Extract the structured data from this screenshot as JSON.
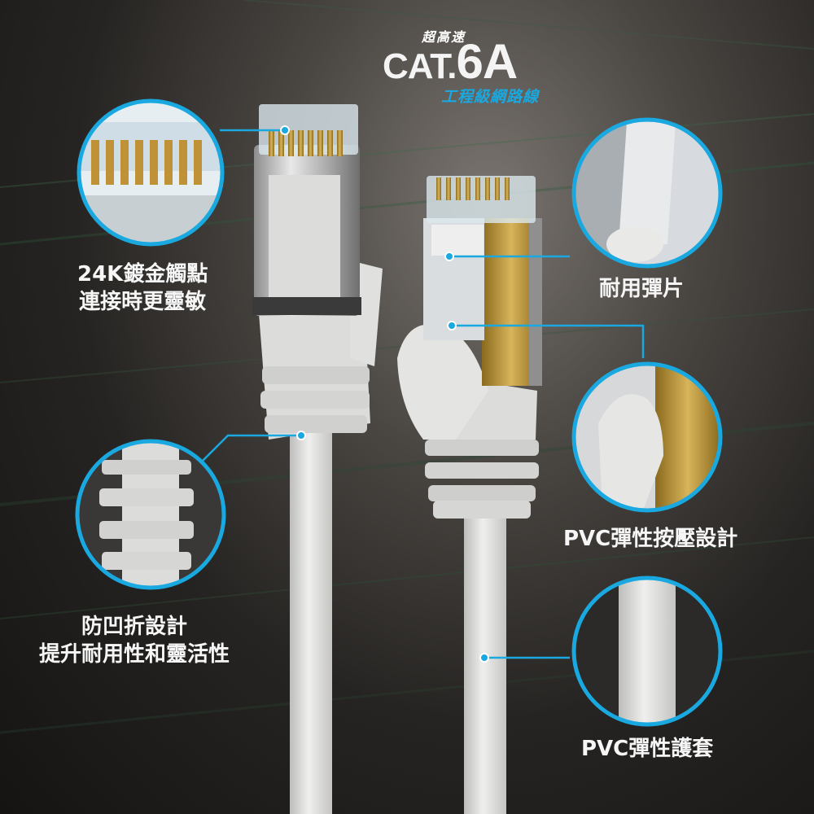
{
  "title": {
    "top": "超高速",
    "main_prefix": "CAT.",
    "main_suffix": "6A",
    "sub": "工程級網路線"
  },
  "features": [
    {
      "line1": "24K鍍金觸點",
      "line2": "連接時更靈敏"
    },
    {
      "line1": "耐用彈片"
    },
    {
      "line1": "PVC彈性按壓設計"
    },
    {
      "line1": "防凹折設計",
      "line2": "提升耐用性和靈活性"
    },
    {
      "line1": "PVC彈性護套"
    }
  ],
  "colors": {
    "accent": "#19a9e0",
    "cable": "#e2e2e0",
    "gold": "#b8902e",
    "background": "#2a2725"
  }
}
